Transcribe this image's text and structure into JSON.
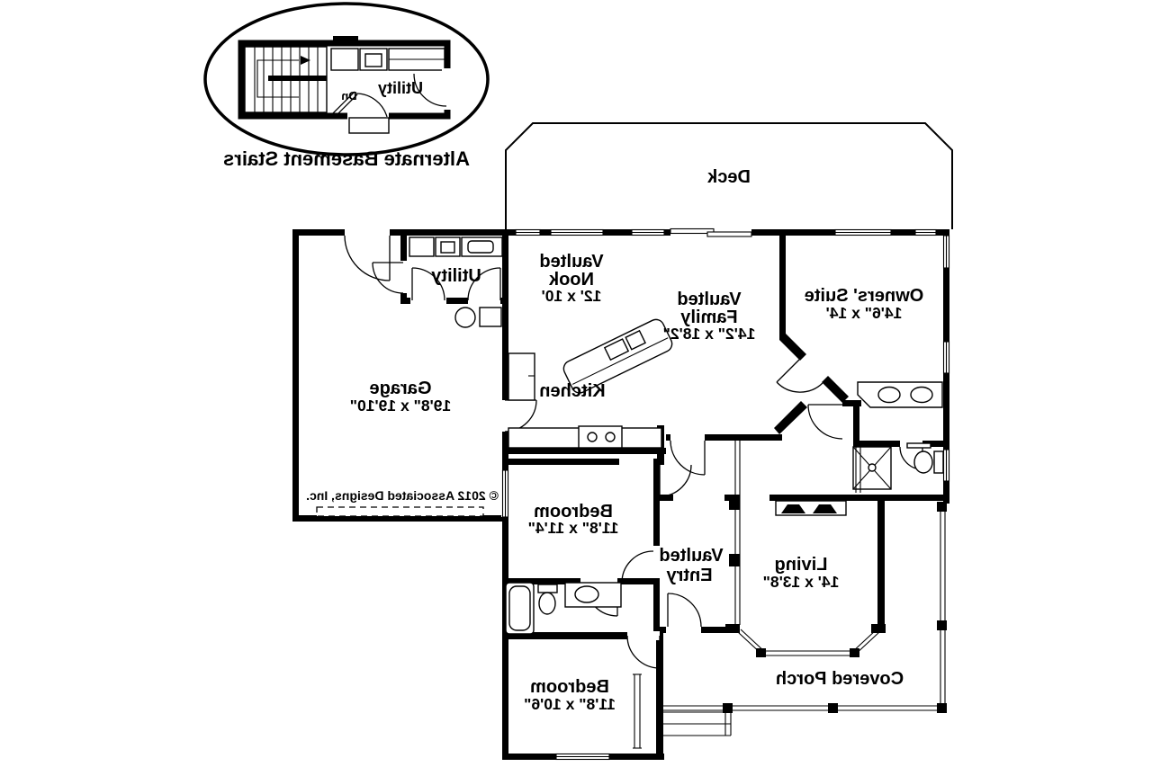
{
  "colors": {
    "ink": "#000000",
    "paper": "#ffffff"
  },
  "inset": {
    "caption": "Alternate Basement Stairs",
    "utility_label": "Utility",
    "stairs_direction_label": "Dn"
  },
  "plan": {
    "deck_label": "Deck",
    "porch_label": "Covered Porch",
    "copyright": "© 2012 Associated Designs, Inc.",
    "rooms": {
      "nook": {
        "prefix": "Vaulted",
        "name": "Nook",
        "dims": "12' x 10'"
      },
      "family": {
        "prefix": "Vaulted",
        "name": "Family",
        "dims": "14'2\" x 18'2\""
      },
      "owners_suite": {
        "name": "Owners' Suite",
        "dims": "14'6\" x 14'"
      },
      "utility": {
        "name": "Utility"
      },
      "kitchen": {
        "name": "Kitchen"
      },
      "garage": {
        "name": "Garage",
        "dims": "19'8\" x 19'10\""
      },
      "bedroom_mid": {
        "name": "Bedroom",
        "dims": "11'8\" x 11'4\""
      },
      "entry": {
        "prefix": "Vaulted",
        "name": "Entry"
      },
      "living": {
        "name": "Living",
        "dims": "14' x 13'8\""
      },
      "bedroom_front": {
        "name": "Bedroom",
        "dims": "11'8\" x 10'6\""
      }
    }
  }
}
